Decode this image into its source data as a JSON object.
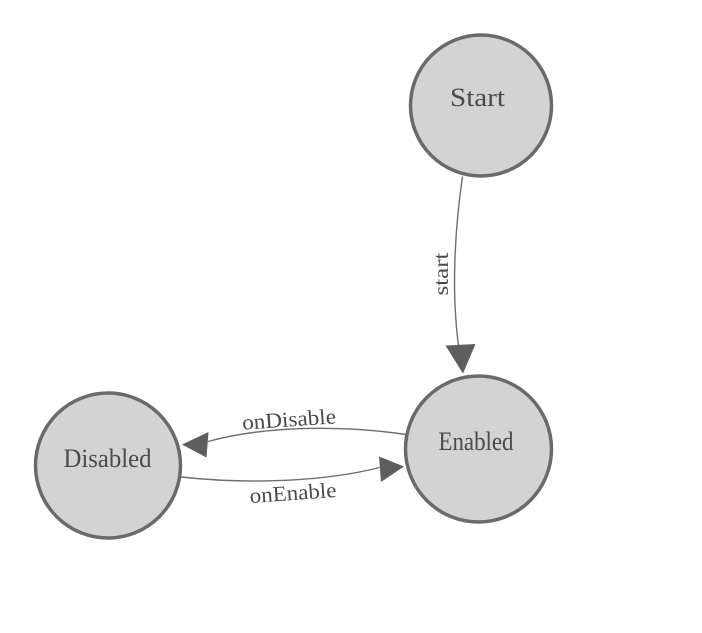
{
  "diagram": {
    "kind": "finite-state-machine",
    "nodes": [
      {
        "id": "start",
        "label": "Start"
      },
      {
        "id": "enabled",
        "label": "Enabled"
      },
      {
        "id": "disabled",
        "label": "Disabled"
      }
    ],
    "transitions": [
      {
        "from": "Start",
        "to": "Enabled",
        "label": "start"
      },
      {
        "from": "Enabled",
        "to": "Disabled",
        "label": "onDisable"
      },
      {
        "from": "Disabled",
        "to": "Enabled",
        "label": "onEnable"
      }
    ],
    "colors": {
      "background": "#ffffff",
      "node_fill": "#d3d3d3",
      "node_border": "#6a6a6a",
      "edge_line": "#6e6e6e",
      "arrowhead": "#5e5e5e",
      "text": "#4a4a4a"
    }
  }
}
